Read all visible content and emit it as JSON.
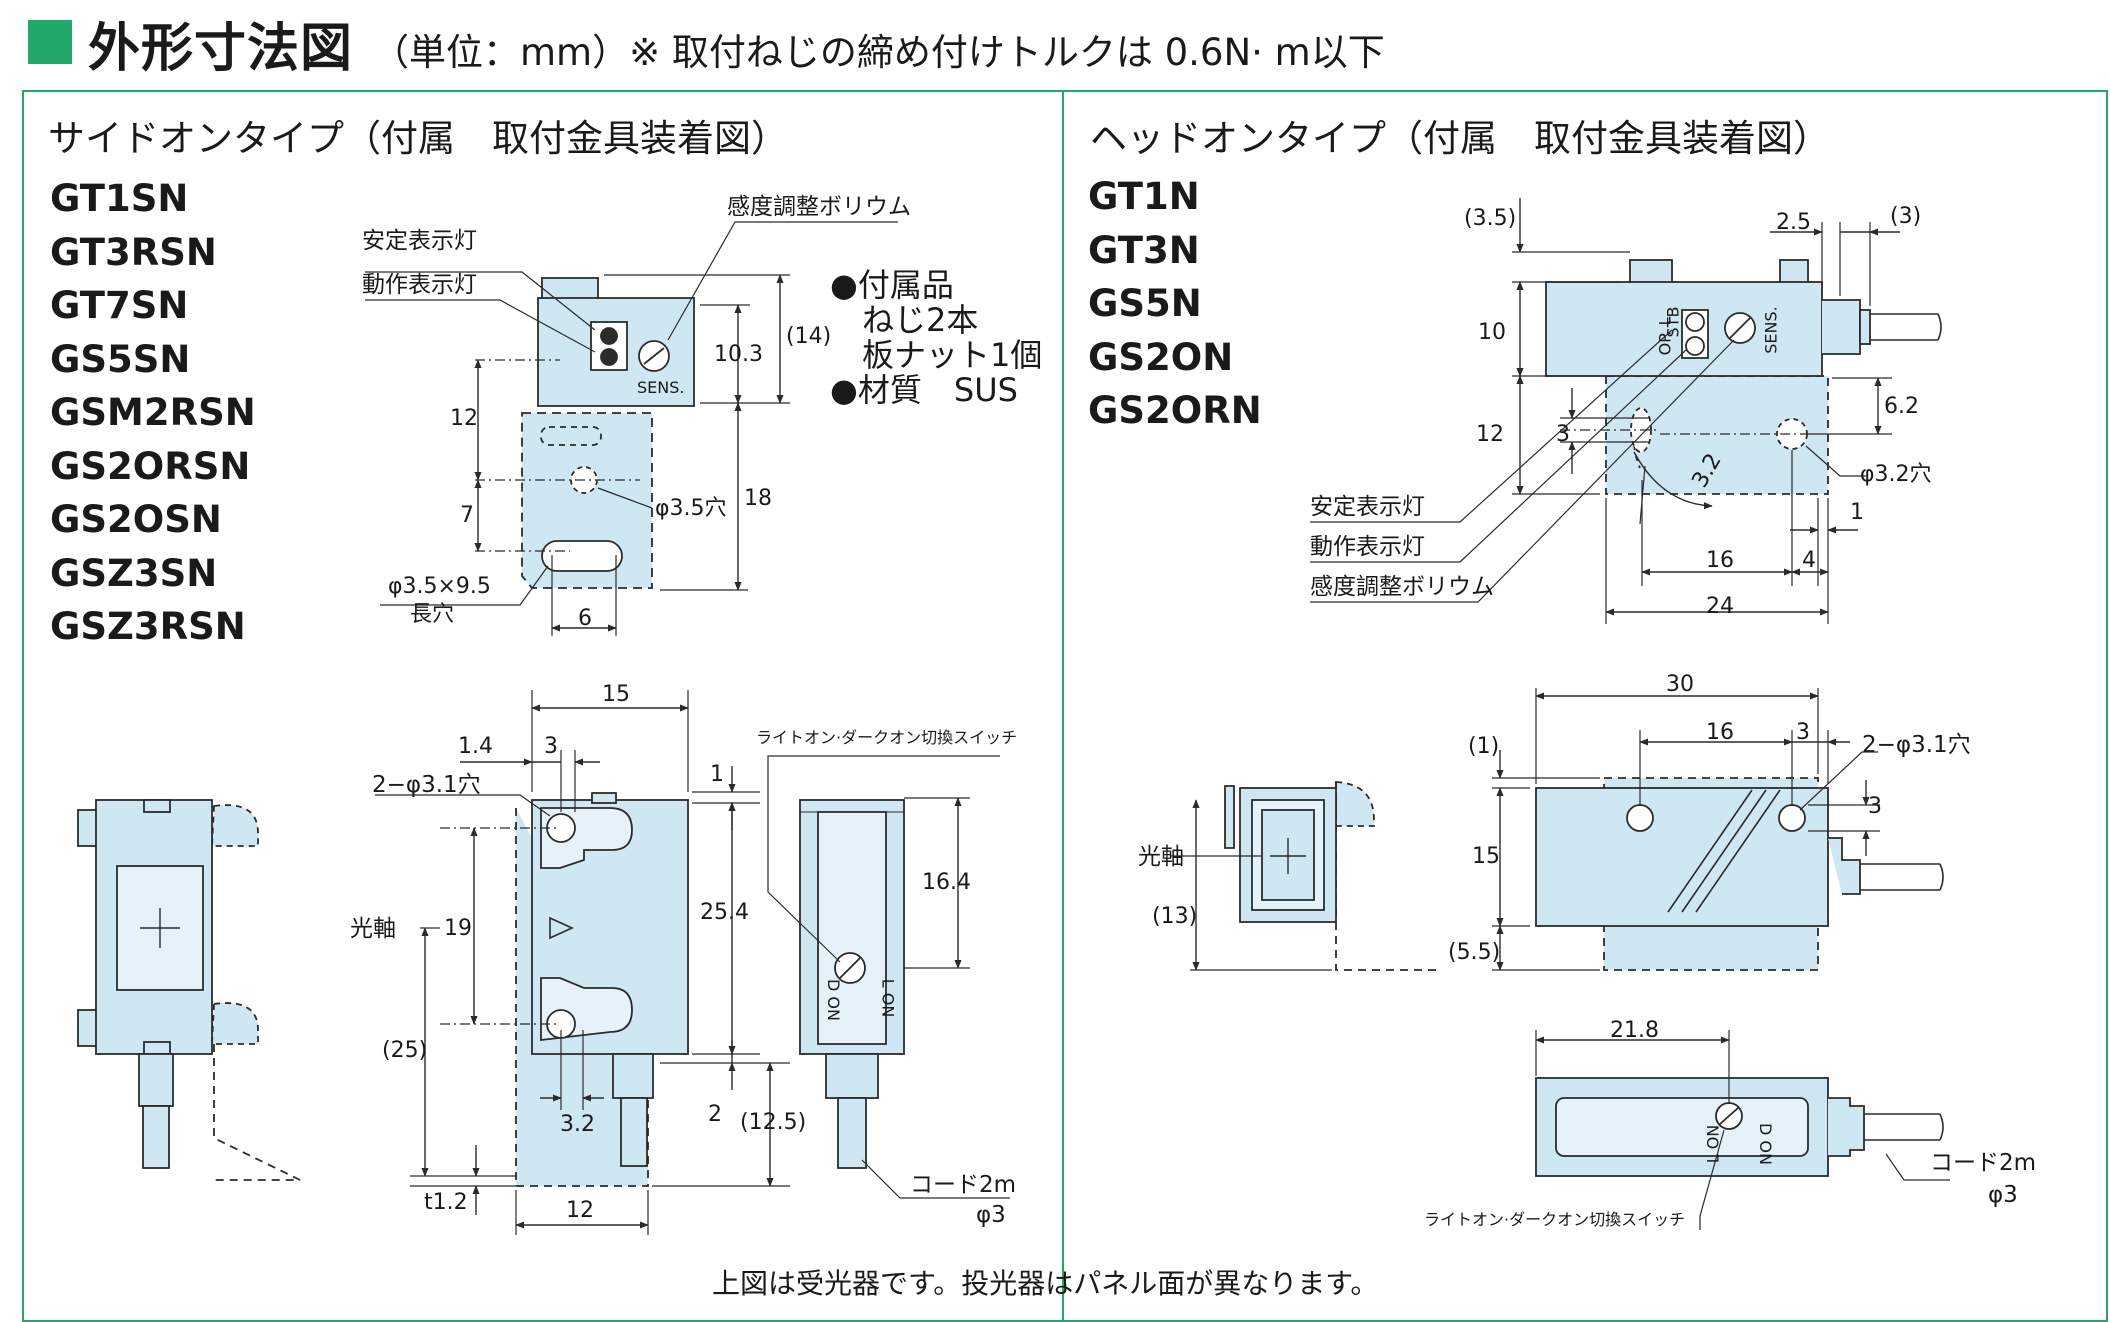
{
  "header": {
    "title": "外形寸法図",
    "subtitle": "（単位：mm）※ 取付ねじの締め付けトルクは 0.6N· m以下"
  },
  "left_panel": {
    "title": "サイドオンタイプ（付属　取付金具装着図）",
    "models": [
      "GT1SN",
      "GT3RSN",
      "GT7SN",
      "GS5SN",
      "GSM2RSN",
      "GS2ORSN",
      "GS2OSN",
      "GSZ3SN",
      "GSZ3RSN"
    ],
    "accessories": {
      "line1": "●付属品",
      "line2": "ねじ2本",
      "line3": "板ナット1個",
      "line4": "●材質　SUS"
    },
    "top_view": {
      "label_stable": "安定表示灯",
      "label_operation": "動作表示灯",
      "label_volume": "感度調整ボリウム",
      "sens": "SENS.",
      "dim_10_3": "10.3",
      "dim_14": "(14)",
      "dim_12": "12",
      "dim_7": "7",
      "dim_18": "18",
      "hole": "φ3.5穴",
      "slot_line1": "φ3.5×9.5",
      "slot_line2": "長穴",
      "dim_6": "6"
    },
    "front_view": {
      "dim_15": "15",
      "dim_1_4": "1.4",
      "dim_3": "3",
      "dim_1": "1",
      "holes": "2−φ3.1穴",
      "optical_axis": "光軸",
      "dim_19": "19",
      "dim_25_4": "25.4",
      "dim_25": "(25)",
      "dim_3_2": "3.2",
      "dim_2": "2",
      "dim_12_5": "(12.5)",
      "dim_t1_2": "t1.2",
      "dim_12": "12"
    },
    "side_view": {
      "switch_label": "ライトオン·ダークオン切換スイッチ",
      "dim_16_4": "16.4",
      "l_on": "L ON",
      "d_on": "D ON",
      "cord": "コード2m",
      "cord_dia": "φ3"
    }
  },
  "right_panel": {
    "title": "ヘッドオンタイプ（付属　取付金具装着図）",
    "models": [
      "GT1N",
      "GT3N",
      "GS5N",
      "GS2ON",
      "GS2ORN"
    ],
    "top_view": {
      "dim_3_5": "(3.5)",
      "dim_2_5": "2.5",
      "dim_3": "(3)",
      "dim_10": "10",
      "dim_12": "12",
      "dim_6_2": "6.2",
      "dim_3b": "3",
      "dim_3_2": "3.2",
      "hole": "φ3.2穴",
      "dim_1": "1",
      "label_stable": "安定表示灯",
      "label_operation": "動作表示灯",
      "label_volume": "感度調整ボリウム",
      "dim_16": "16",
      "dim_4": "4",
      "dim_24": "24",
      "op_l": "OP. L",
      "stb": "STB",
      "sens": "SENS."
    },
    "front_view": {
      "optical_axis": "光軸",
      "dim_13": "(13)",
      "dim_30": "30",
      "dim_16": "16",
      "dim_3": "3",
      "holes": "2−φ3.1穴",
      "dim_3b": "3",
      "dim_1": "(1)",
      "dim_15": "15",
      "dim_5_5": "(5.5)"
    },
    "bottom_view": {
      "dim_21_8": "21.8",
      "l_on": "L ON",
      "d_on": "D ON",
      "switch_label": "ライトオン·ダークオン切換スイッチ",
      "cord": "コード2m",
      "cord_dia": "φ3"
    }
  },
  "footnote": "上図は受光器です。投光器はパネル面が異なります。",
  "colors": {
    "accent": "#22a869",
    "body_fill": "#cfe6f3",
    "line": "#2b2b2b"
  }
}
